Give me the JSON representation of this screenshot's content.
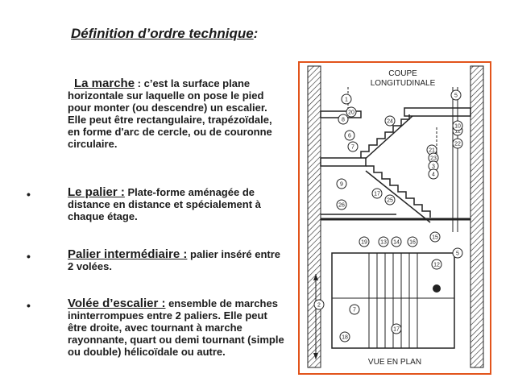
{
  "title": {
    "main": "Définition d’ordre technique",
    "colon": ":"
  },
  "definitions": [
    {
      "term": "La marche",
      "sep": " : ",
      "text": "c’est la surface plane horizontale sur laquelle on pose le pied pour monter (ou descendre) un escalier. Elle peut être rectangulaire, trapézoïdale, en forme d'arc de cercle, ou de couronne circulaire.",
      "bullet": ""
    },
    {
      "term": "Le palier :",
      "sep": " ",
      "text": "Plate-forme aménagée de distance en distance et spécialement à chaque étage.",
      "bullet": "•"
    },
    {
      "term": "Palier intermédiaire :",
      "sep": " ",
      "text": "palier inséré entre 2 volées.",
      "bullet": "•"
    },
    {
      "term": "Volée d’escalier :",
      "sep": " ",
      "text": "ensemble de marches ininterrompues entre 2 paliers. Elle peut être droite, avec tournant à marche rayonnante, quart ou demi tournant (simple ou double) hélicoïdale ou autre.",
      "bullet": "•"
    }
  ],
  "figure": {
    "caption_top_1": "COUPE",
    "caption_top_2": "LONGITUDINALE",
    "caption_bottom": "VUE EN PLAN",
    "markers": [
      "1",
      "20",
      "8",
      "24",
      "5",
      "6",
      "7",
      "11",
      "10",
      "22",
      "21",
      "23",
      "3",
      "4",
      "17",
      "9",
      "25",
      "26",
      "2",
      "19",
      "13",
      "14",
      "16",
      "15",
      "12",
      "18",
      "7",
      "17",
      "5"
    ],
    "colors": {
      "frame": "#e2541b",
      "ink": "#222222"
    }
  }
}
